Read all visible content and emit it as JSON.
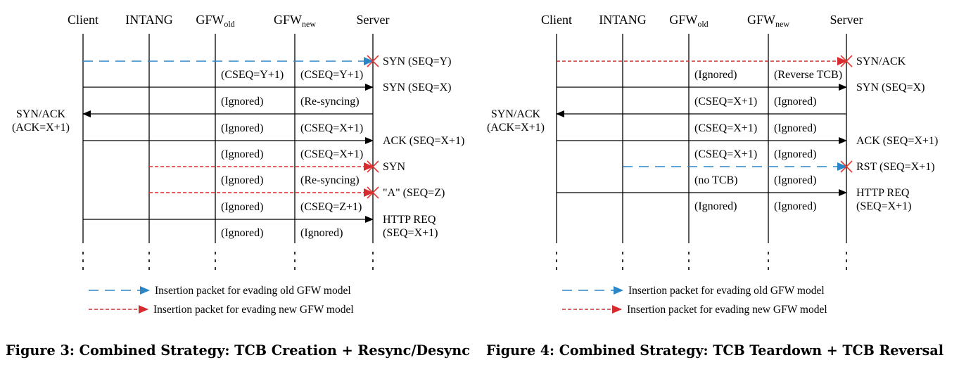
{
  "colors": {
    "insertion_old": "#2a86c6",
    "insertion_new": "#d62c2f",
    "drop_marker": "#e53935",
    "line": "#000000"
  },
  "figures": [
    {
      "id": "fig3",
      "caption": "Figure 3: Combined Strategy: TCB Creation + Resync/Desync",
      "columns": [
        {
          "name": "Client"
        },
        {
          "name": "INTANG"
        },
        {
          "name": "GFW",
          "subscript": "old"
        },
        {
          "name": "GFW",
          "subscript": "new"
        },
        {
          "name": "Server"
        }
      ],
      "rows": [
        {
          "dir": "right",
          "from": "Client",
          "to": "Server",
          "style": "insertion-old",
          "dropped": true,
          "label": [
            "SYN (SEQ=Y)"
          ],
          "notes": [
            "",
            ""
          ]
        },
        {
          "dir": "right",
          "from": "Client",
          "to": "Server",
          "style": "normal",
          "dropped": false,
          "label": [
            "SYN (SEQ=X)"
          ],
          "notes": [
            "(CSEQ=Y+1)",
            "(CSEQ=Y+1)"
          ]
        },
        {
          "dir": "left",
          "from": "Server",
          "to": "Client",
          "style": "normal",
          "dropped": false,
          "label": [
            "SYN/ACK",
            "(ACK=X+1)"
          ],
          "notes": [
            "(Ignored)",
            "(Re-syncing)"
          ]
        },
        {
          "dir": "right",
          "from": "Client",
          "to": "Server",
          "style": "normal",
          "dropped": false,
          "label": [
            "ACK (SEQ=X+1)"
          ],
          "notes": [
            "(Ignored)",
            "(CSEQ=X+1)"
          ]
        },
        {
          "dir": "right",
          "from": "INTANG",
          "to": "Server",
          "style": "insertion-new",
          "dropped": true,
          "label": [
            "SYN"
          ],
          "notes": [
            "(Ignored)",
            "(CSEQ=X+1)"
          ]
        },
        {
          "dir": "right",
          "from": "INTANG",
          "to": "Server",
          "style": "insertion-new",
          "dropped": true,
          "label": [
            "\"A\" (SEQ=Z)"
          ],
          "notes": [
            "(Ignored)",
            "(Re-syncing)"
          ]
        },
        {
          "dir": "right",
          "from": "Client",
          "to": "Server",
          "style": "normal",
          "dropped": false,
          "label": [
            "HTTP REQ",
            "(SEQ=X+1)"
          ],
          "notes": [
            "(Ignored)",
            "(CSEQ=Z+1)"
          ]
        }
      ],
      "final_notes": [
        "(Ignored)",
        "(Ignored)"
      ],
      "legend": [
        {
          "style": "insertion-old",
          "text": "Insertion packet for evading old GFW model"
        },
        {
          "style": "insertion-new",
          "text": "Insertion packet for evading new GFW model"
        }
      ]
    },
    {
      "id": "fig4",
      "caption": "Figure 4: Combined Strategy: TCB Teardown + TCB Reversal",
      "columns": [
        {
          "name": "Client"
        },
        {
          "name": "INTANG"
        },
        {
          "name": "GFW",
          "subscript": "old"
        },
        {
          "name": "GFW",
          "subscript": "new"
        },
        {
          "name": "Server"
        }
      ],
      "rows": [
        {
          "dir": "right",
          "from": "Client",
          "to": "Server",
          "style": "insertion-new",
          "dropped": true,
          "label": [
            "SYN/ACK"
          ],
          "notes": [
            "",
            ""
          ]
        },
        {
          "dir": "right",
          "from": "Client",
          "to": "Server",
          "style": "normal",
          "dropped": false,
          "label": [
            "SYN (SEQ=X)"
          ],
          "notes": [
            "(Ignored)",
            "(Reverse TCB)"
          ]
        },
        {
          "dir": "left",
          "from": "Server",
          "to": "Client",
          "style": "normal",
          "dropped": false,
          "label": [
            "SYN/ACK",
            "(ACK=X+1)"
          ],
          "notes": [
            "(CSEQ=X+1)",
            "(Ignored)"
          ]
        },
        {
          "dir": "right",
          "from": "Client",
          "to": "Server",
          "style": "normal",
          "dropped": false,
          "label": [
            "ACK (SEQ=X+1)"
          ],
          "notes": [
            "(CSEQ=X+1)",
            "(Ignored)"
          ]
        },
        {
          "dir": "right",
          "from": "INTANG",
          "to": "Server",
          "style": "insertion-old",
          "dropped": true,
          "label": [
            "RST (SEQ=X+1)"
          ],
          "notes": [
            "(CSEQ=X+1)",
            "(Ignored)"
          ]
        },
        {
          "dir": "right",
          "from": "Client",
          "to": "Server",
          "style": "normal",
          "dropped": false,
          "label": [
            "HTTP REQ",
            "(SEQ=X+1)"
          ],
          "notes": [
            "(no TCB)",
            "(Ignored)"
          ]
        }
      ],
      "final_notes": [
        "(Ignored)",
        "(Ignored)"
      ],
      "legend": [
        {
          "style": "insertion-old",
          "text": "Insertion packet for evading old GFW model"
        },
        {
          "style": "insertion-new",
          "text": "Insertion packet for evading new GFW model"
        }
      ]
    }
  ]
}
